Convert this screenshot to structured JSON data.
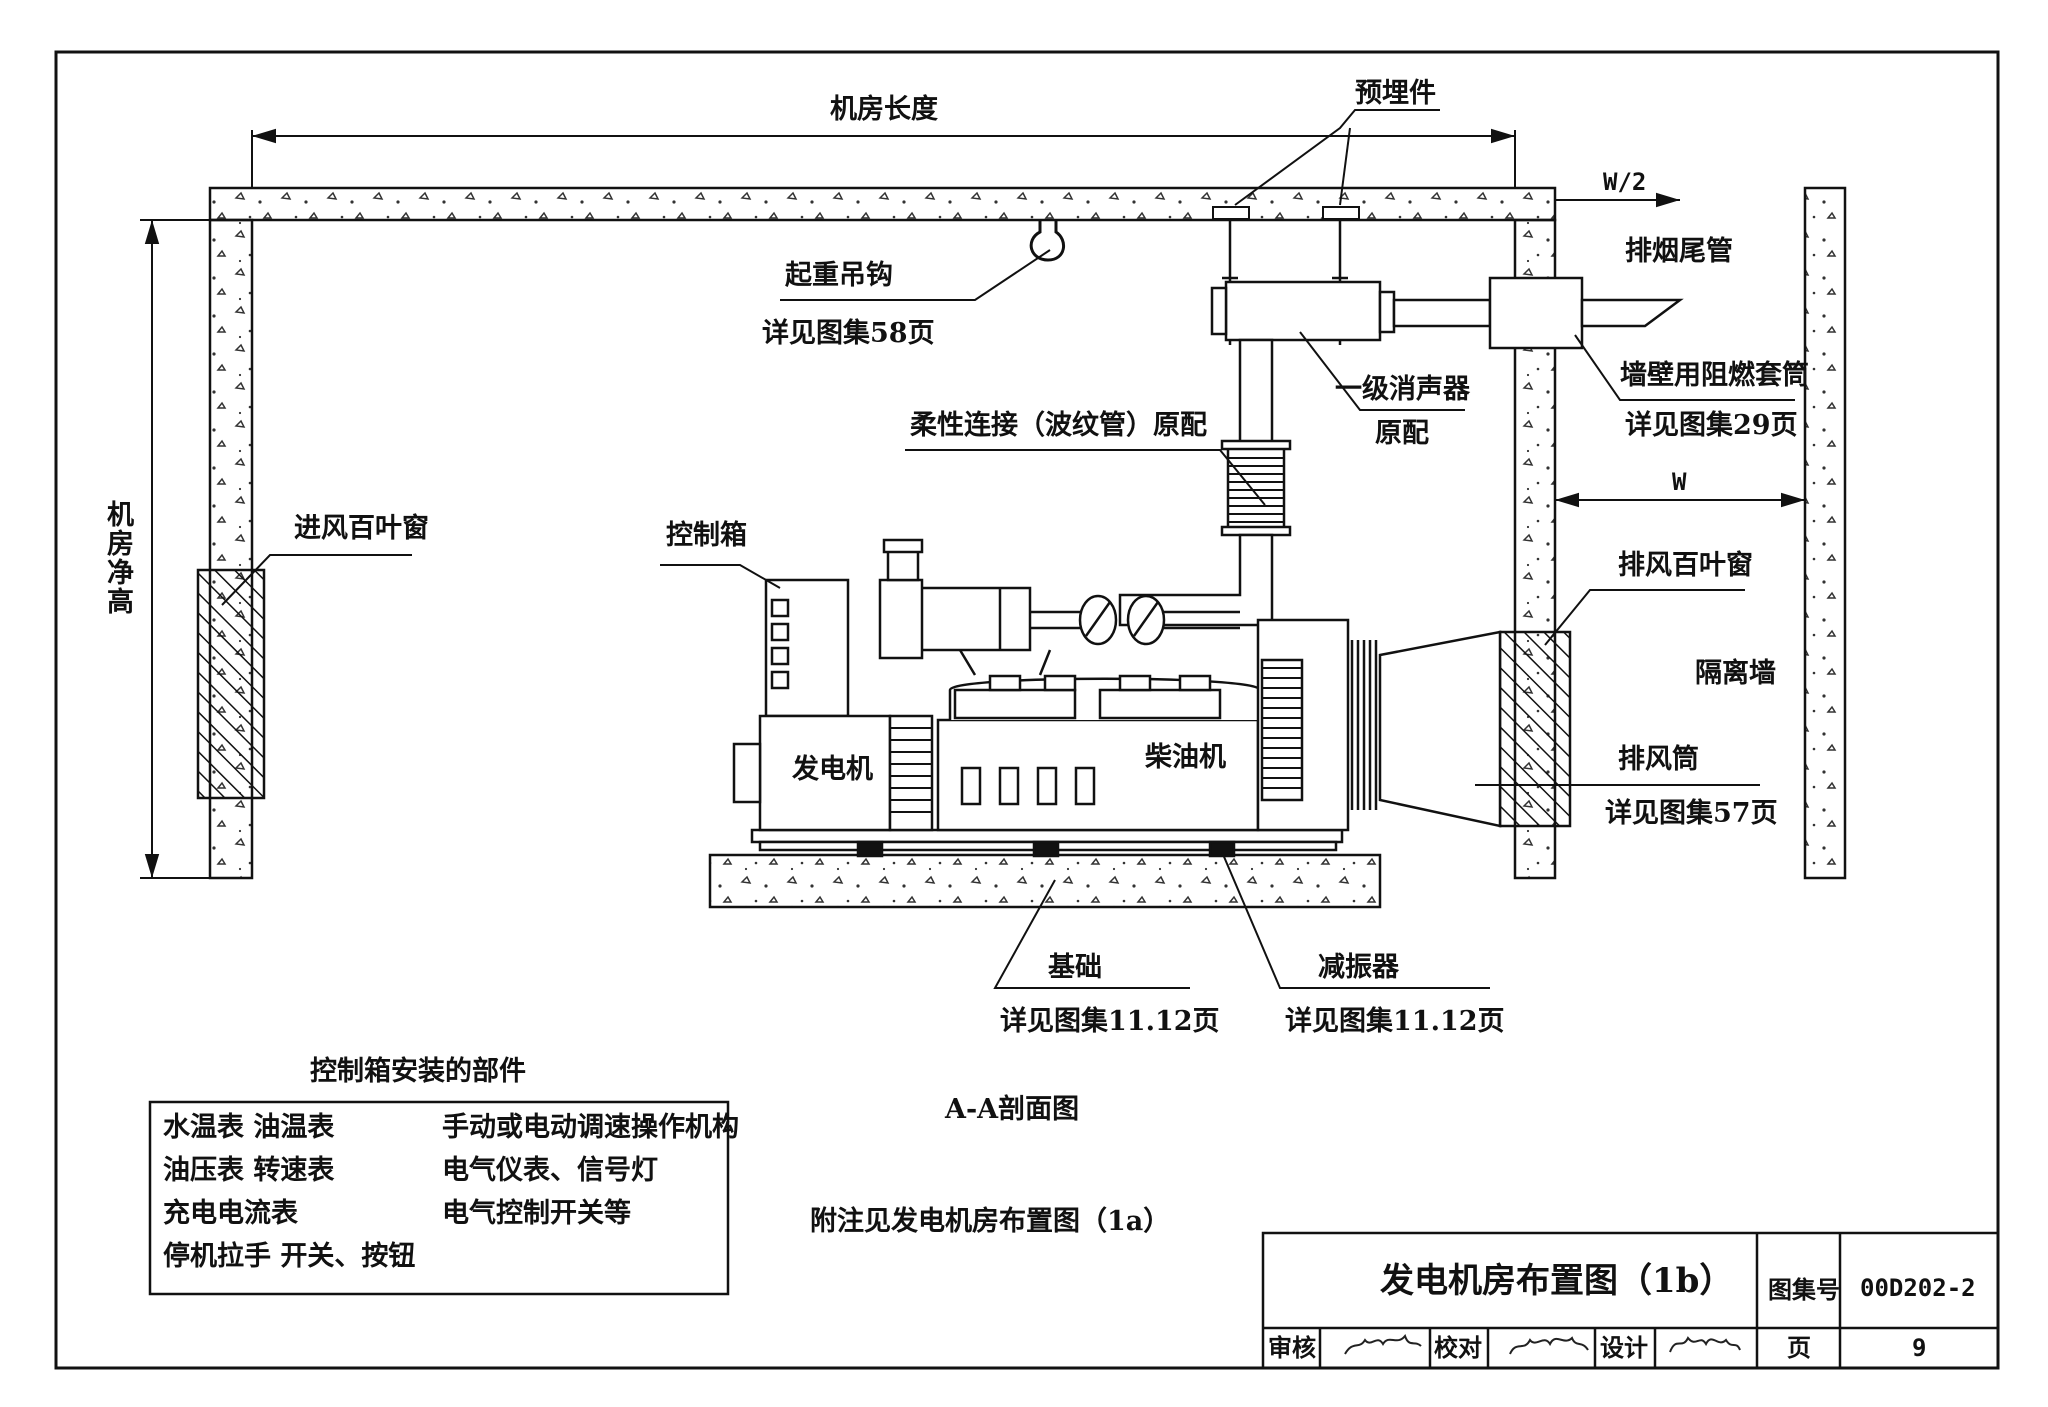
{
  "labels": {
    "room_length": "机房长度",
    "embedded": "预埋件",
    "w_half": "W/2",
    "hook": "起重吊钩",
    "hook_ref": "详见图集58页",
    "exhaust_pipe": "排烟尾管",
    "muffler": "一级消声器",
    "muffler_note": "原配",
    "sleeve": "墙壁用阻燃套筒",
    "sleeve_ref": "详见图集29页",
    "flex": "柔性连接（波纹管）原配",
    "w": "W",
    "room_height": "机房净高",
    "intake_louver": "进风百叶窗",
    "control_box": "控制箱",
    "exhaust_louver": "排风百叶窗",
    "isolation_wall": "隔离墙",
    "generator": "发电机",
    "diesel": "柴油机",
    "air_duct": "排风筒",
    "air_duct_ref": "详见图集57页",
    "foundation": "基础",
    "foundation_ref": "详见图集11.12页",
    "damper": "减振器",
    "damper_ref": "详见图集11.12页"
  },
  "parts_list": {
    "title": "控制箱安装的部件",
    "left": [
      "水温表 油温表",
      "油压表 转速表",
      "充电电流表",
      "停机拉手 开关、按钮"
    ],
    "right": [
      "手动或电动调速操作机构",
      "电气仪表、信号灯",
      "电气控制开关等"
    ]
  },
  "section_title": "A-A剖面图",
  "note": "附注见发电机房布置图（1a）",
  "title_block": {
    "title": "发电机房布置图（1b）",
    "atlas_label": "图集号",
    "atlas_no": "00D202-2",
    "review_label": "审核",
    "check_label": "校对",
    "design_label": "设计",
    "page_label": "页",
    "page_no": "9"
  }
}
